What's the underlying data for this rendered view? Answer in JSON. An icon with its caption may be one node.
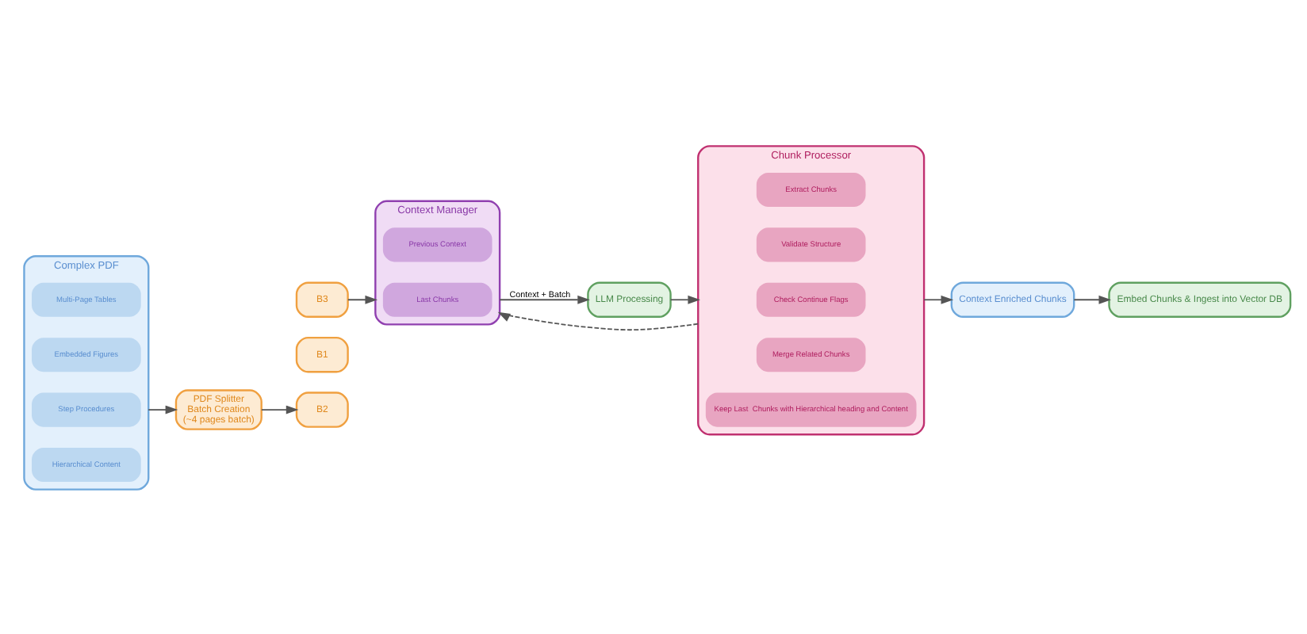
{
  "diagram": {
    "nodes": [
      {
        "text": [
          "Complex PDF"
        ]
      },
      {
        "text": [
          "Multi-Page Tables"
        ],
        "in": 0
      },
      {
        "text": [
          "Embedded Figures"
        ],
        "in": 0
      },
      {
        "text": [
          "Step Procedures"
        ],
        "in": 0
      },
      {
        "text": [
          "Hierarchical Content"
        ],
        "in": 0
      },
      {
        "text": [
          "PDF Splitter",
          "Batch Creation",
          "(~4 pages batch)"
        ]
      },
      {
        "text": [
          "B1"
        ]
      },
      {
        "text": [
          "B2"
        ]
      },
      {
        "text": [
          "B3"
        ]
      },
      {
        "text": [
          "Context Manager"
        ]
      },
      {
        "text": [
          "Previous Context"
        ],
        "in": 9
      },
      {
        "text": [
          "Last Chunks"
        ],
        "in": 9
      },
      {
        "text": [
          "LLM Processing"
        ]
      },
      {
        "text": [
          "Chunk Processor"
        ]
      },
      {
        "text": [
          "Extract Chunks"
        ],
        "in": 13
      },
      {
        "text": [
          "Validate Structure"
        ],
        "in": 13
      },
      {
        "text": [
          "Check Continue Flags"
        ],
        "in": 13
      },
      {
        "text": [
          "Merge Related Chunks"
        ],
        "in": 13
      },
      {
        "text": [
          "Keep Last  Chunks with Hierarchical heading and Content"
        ],
        "in": 13
      },
      {
        "text": [
          "Context Enriched Chunks"
        ]
      },
      {
        "text": [
          "Embed Chunks & Ingest into Vector DB"
        ]
      }
    ],
    "edges": [
      {
        "from": 0,
        "to": 5,
        "arrow": "to"
      },
      {
        "from": 5,
        "to": 7,
        "arrow": "to"
      },
      {
        "from": 8,
        "to": 9,
        "arrow": "to"
      },
      {
        "from": 9,
        "to": 12,
        "arrow": "to",
        "label": "Context + Batch"
      },
      {
        "from": 12,
        "to": 13,
        "arrow": "to"
      },
      {
        "from": 13,
        "to": 19,
        "arrow": "to"
      },
      {
        "from": 13,
        "to": 9,
        "arrow": "to",
        "style": "dashed"
      },
      {
        "from": 19,
        "to": 20,
        "arrow": "to"
      }
    ]
  }
}
